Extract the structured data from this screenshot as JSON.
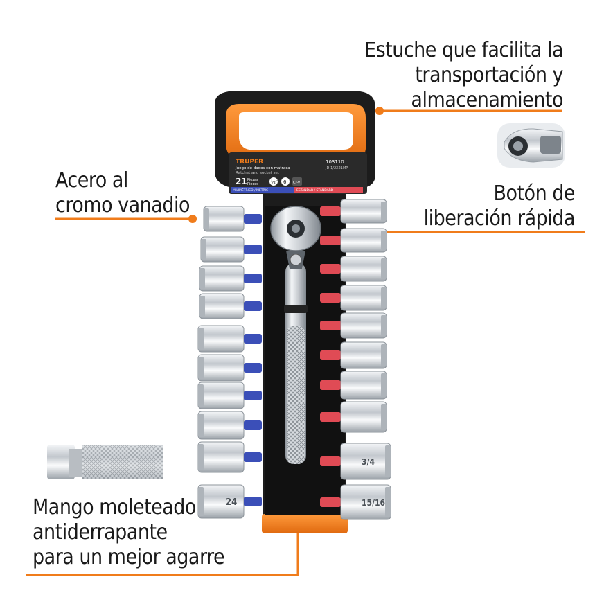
{
  "callouts": {
    "case": [
      "Estuche que facilita la",
      "transportación y",
      "almacenamiento"
    ],
    "chrome": [
      "Acero al",
      "cromo vanadio"
    ],
    "release": [
      "Botón de",
      "liberación rápida"
    ],
    "handle": [
      "Mango moleteado",
      "antiderrapante",
      "para un mejor agarre"
    ]
  },
  "product_label": {
    "brand": "TRUPER",
    "code": "103110",
    "model": "JD-1/2X21MP",
    "title_es": "Juego de dados con matraca",
    "title_en": "Ratchet and socket set",
    "pieces_count": "21",
    "pieces_es": "Piezas",
    "pieces_en": "Pieces",
    "drive": "½\"",
    "points": "6",
    "material": "Cr-V",
    "metric_label": "MILIMÉTRICO / METRIC",
    "standard_label": "ESTÁNDAR / STANDARD"
  },
  "socket_marks": {
    "left": [
      "",
      "",
      "",
      "",
      "",
      "",
      "",
      "",
      "",
      "24"
    ],
    "right": [
      "",
      "",
      "",
      "",
      "",
      "",
      "",
      "",
      "3/4",
      "15/16"
    ]
  },
  "colors": {
    "accent_orange": "#f07c1b",
    "metric_blue": "#3b4fb8",
    "standard_red": "#e04b55",
    "case_black": "#1c1c1c",
    "chrome": "#cfd3d8"
  }
}
